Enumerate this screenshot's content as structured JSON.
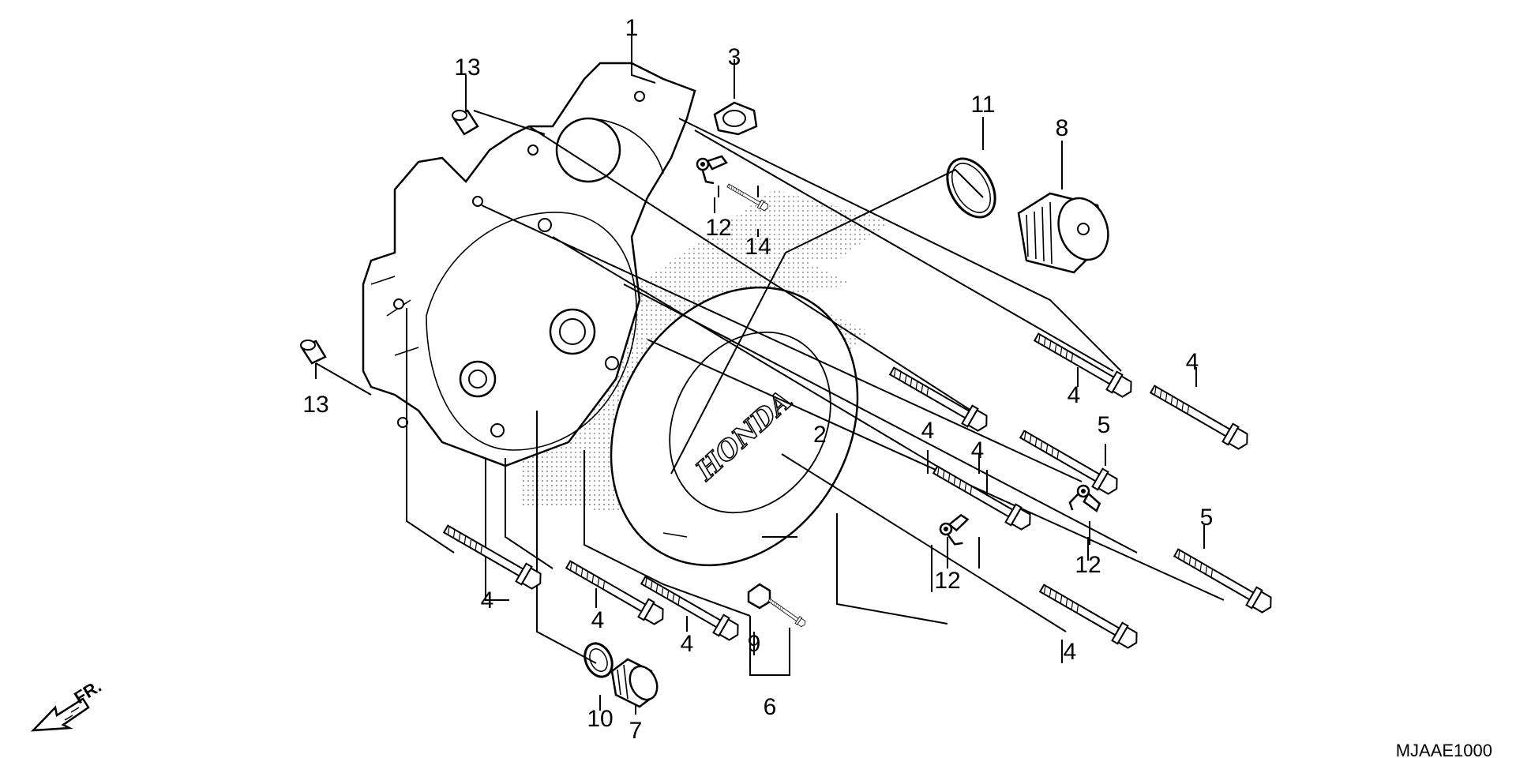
{
  "diagram": {
    "code": "MJAAE1000",
    "direction_label": "FR.",
    "brand_mark": "HONDA",
    "callouts": [
      "1",
      "2",
      "3",
      "4",
      "5",
      "6",
      "7",
      "8",
      "9",
      "10",
      "11",
      "12",
      "13",
      "14"
    ]
  }
}
